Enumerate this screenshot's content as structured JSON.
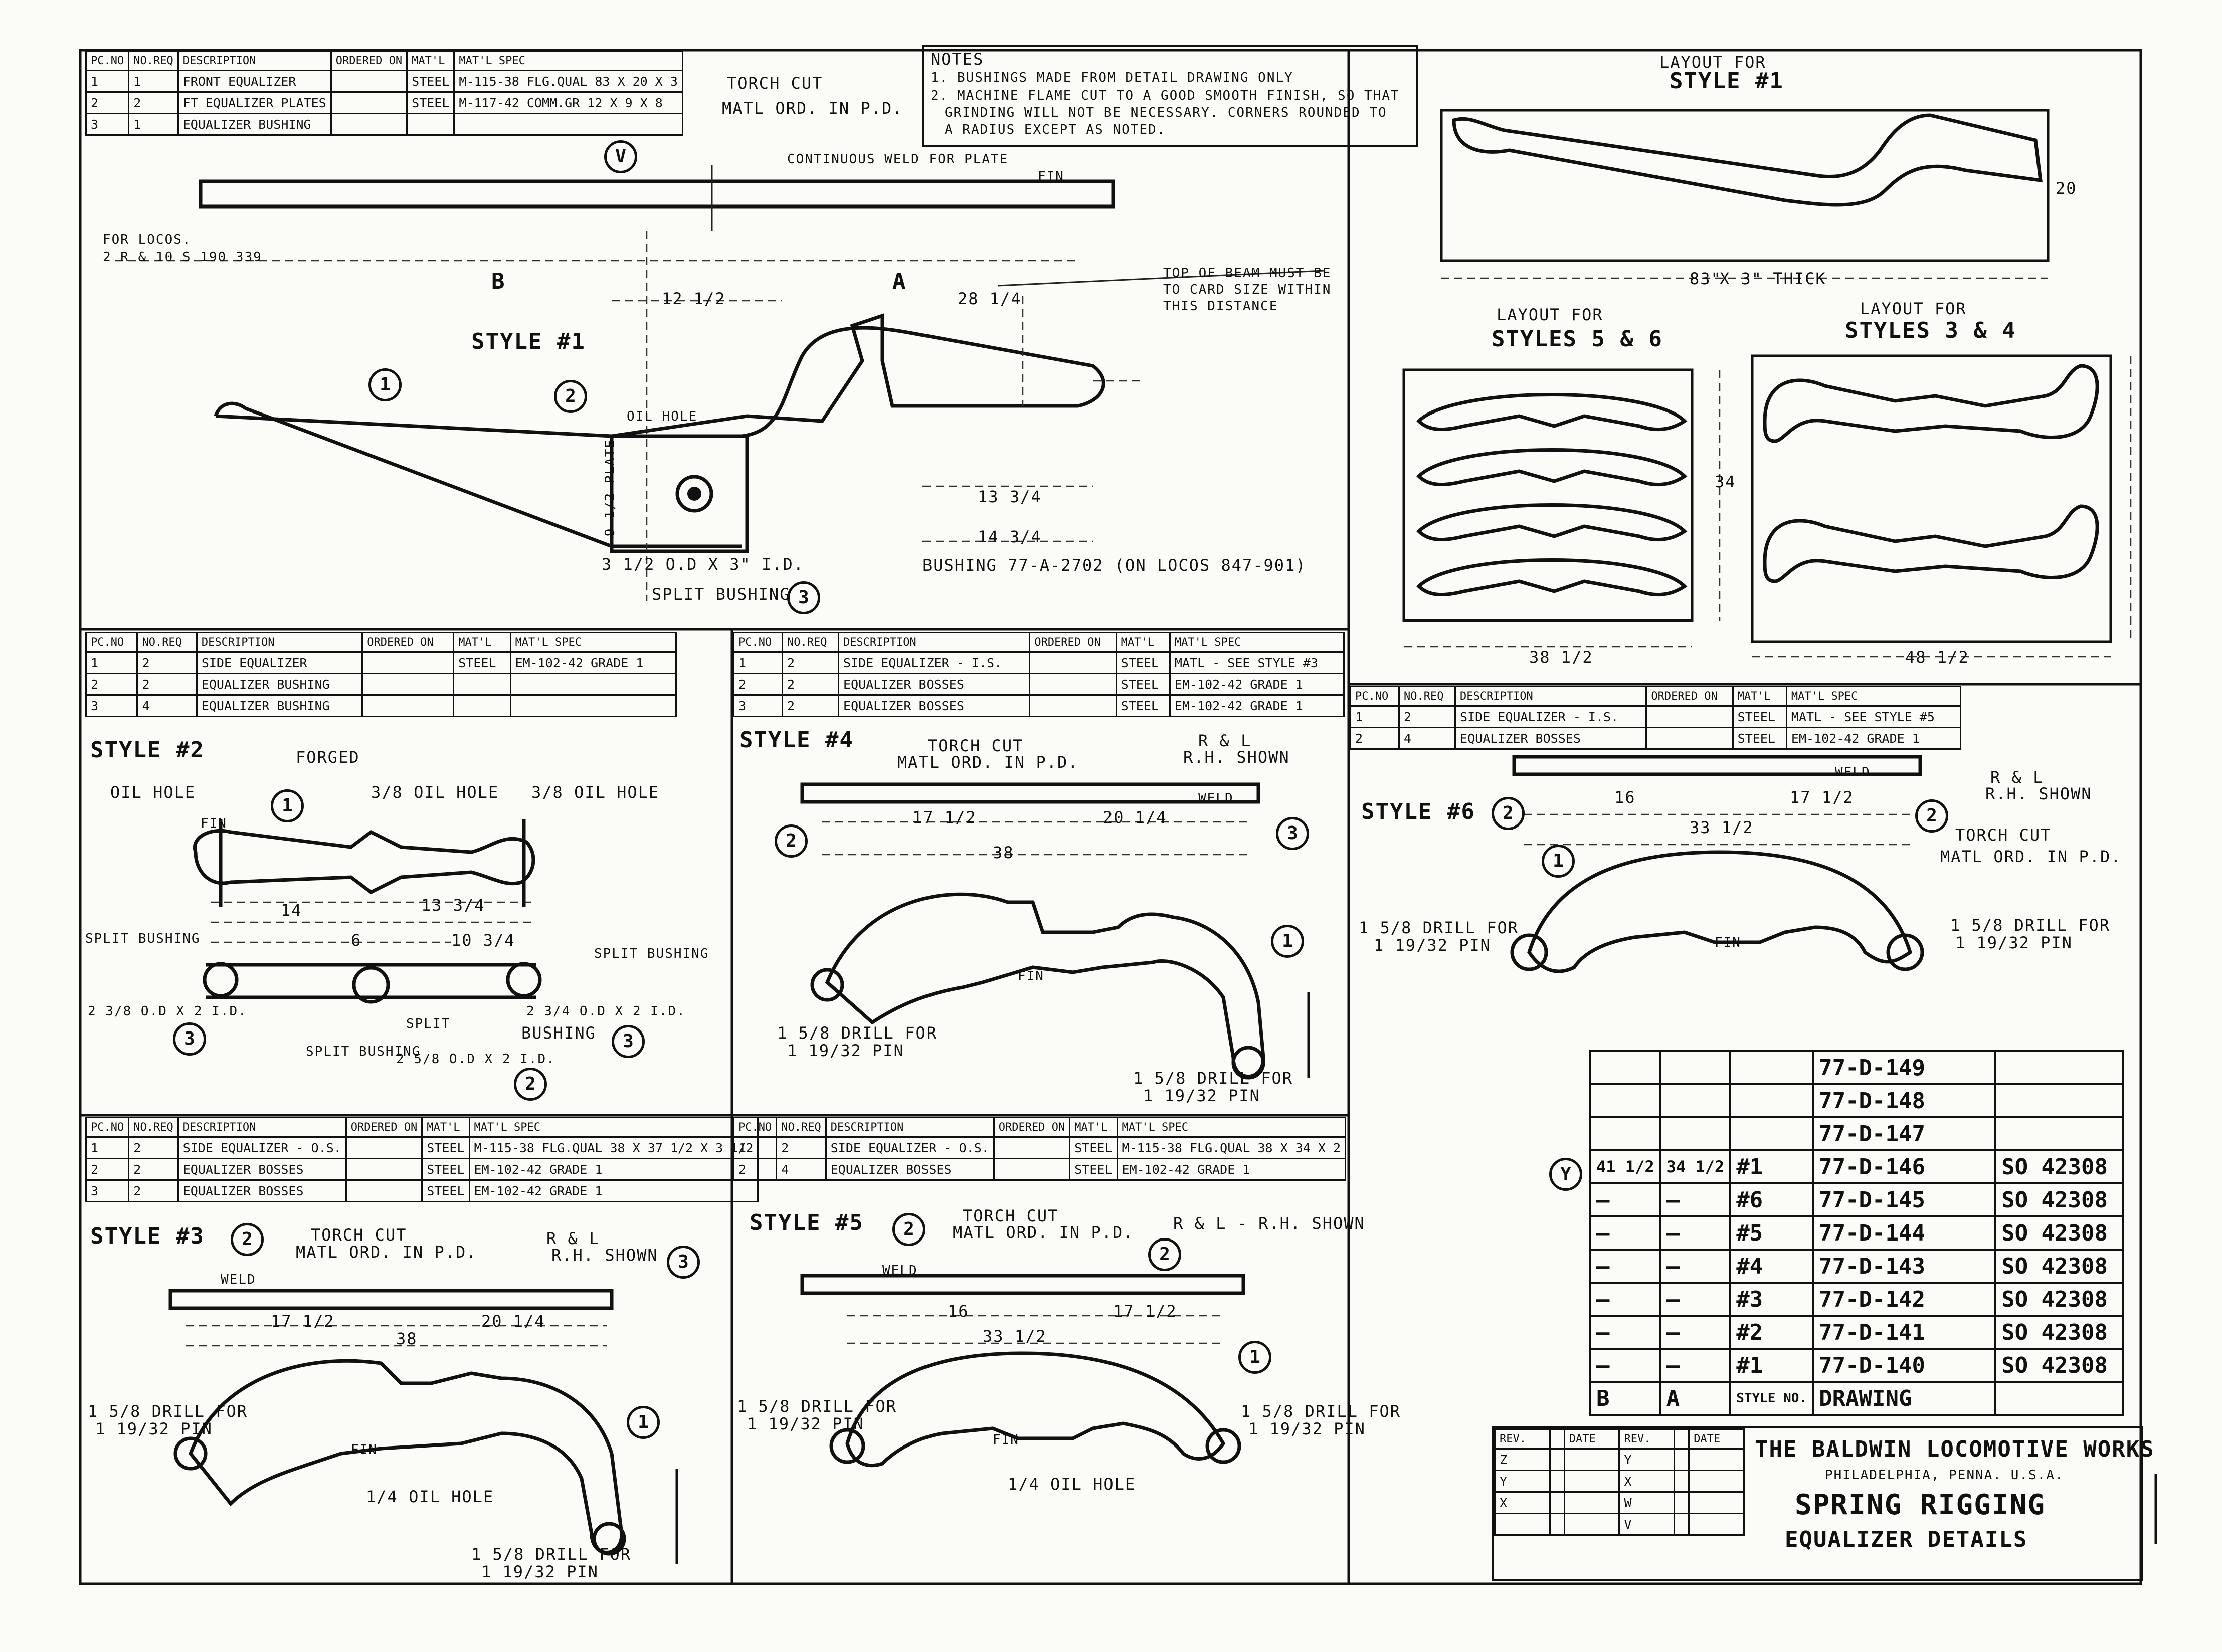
{
  "top_table": {
    "headers": [
      "PC.NO",
      "NO.REQ",
      "DESCRIPTION",
      "ORDERED ON",
      "MAT'L",
      "MAT'L SPEC"
    ],
    "rows": [
      [
        "1",
        "1",
        "FRONT EQUALIZER",
        "",
        "STEEL",
        "M-115-38 FLG.QUAL 83 X 20 X 3"
      ],
      [
        "2",
        "2",
        "FT EQUALIZER PLATES",
        "",
        "STEEL",
        "M-117-42 COMM.GR 12 X 9 X 8"
      ],
      [
        "3",
        "1",
        "EQUALIZER BUSHING",
        "",
        "",
        ""
      ]
    ],
    "torch_cut": "TORCH CUT",
    "matl_ord": "MATL ORD. IN P.D."
  },
  "notes": {
    "title": "NOTES",
    "line1": "1. BUSHINGS MADE FROM DETAIL DRAWING ONLY",
    "line2": "2. MACHINE FLAME CUT TO A GOOD SMOOTH FINISH, SO THAT",
    "line3": "GRINDING WILL NOT BE NECESSARY. CORNERS ROUNDED TO",
    "line4": "A RADIUS EXCEPT AS NOTED."
  },
  "style1": {
    "label": "STYLE #1",
    "continuous_weld": "CONTINUOUS WELD FOR PLATE",
    "top_of_beam": "TOP OF BEAM MUST BE",
    "top_of_beam2": "TO CARD SIZE WITHIN",
    "top_of_beam3": "THIS DISTANCE",
    "oil_hole": "OIL HOLE",
    "plate": "9 1/2 PLATE",
    "od_id": "3 1/2 O.D X 3\" I.D.",
    "bushing_note": "BUSHING 77-A-2702 (ON LOCOS 847-901)",
    "split_bushing": "SPLIT BUSHING",
    "dim_A": "A",
    "dim_B": "B",
    "dim_28": "28 1/4",
    "dim_12": "12 1/2",
    "dim_13": "13 3/4",
    "dim_14": "14 3/4",
    "fin": "FIN",
    "for_locos": "FOR LOCOS.",
    "for_locos2": "2 R & 10 S 190 339"
  },
  "layouts": {
    "style1_title": "LAYOUT FOR",
    "style1_sub": "STYLE #1",
    "style1_dim": "83\"",
    "style1_thick": "X 3\" THICK",
    "style56_title": "LAYOUT FOR",
    "style56_sub": "STYLES 5 & 6",
    "style56_dim": "38 1/2",
    "style34_title": "LAYOUT FOR",
    "style34_sub": "STYLES 3 & 4",
    "style34_dim": "48 1/2",
    "dim_34": "34",
    "dim_20": "20"
  },
  "table_style2": {
    "rows": [
      [
        "1",
        "2",
        "SIDE EQUALIZER",
        "",
        "STEEL",
        "EM-102-42 GRADE 1"
      ],
      [
        "2",
        "2",
        "EQUALIZER BUSHING",
        "",
        "",
        ""
      ],
      [
        "3",
        "4",
        "EQUALIZER BUSHING",
        "",
        "",
        ""
      ]
    ]
  },
  "table_style4": {
    "rows": [
      [
        "1",
        "2",
        "SIDE EQUALIZER - I.S.",
        "",
        "STEEL",
        "MATL - SEE STYLE #3"
      ],
      [
        "2",
        "2",
        "EQUALIZER BOSSES",
        "",
        "STEEL",
        "EM-102-42 GRADE 1"
      ],
      [
        "3",
        "2",
        "EQUALIZER BOSSES",
        "",
        "STEEL",
        "EM-102-42 GRADE 1"
      ]
    ]
  },
  "table_style6": {
    "rows": [
      [
        "1",
        "2",
        "SIDE EQUALIZER - I.S.",
        "",
        "STEEL",
        "MATL - SEE STYLE #5"
      ],
      [
        "2",
        "4",
        "EQUALIZER BOSSES",
        "",
        "STEEL",
        "EM-102-42 GRADE 1"
      ]
    ]
  },
  "table_style3": {
    "rows": [
      [
        "1",
        "2",
        "SIDE EQUALIZER - O.S.",
        "",
        "STEEL",
        "M-115-38 FLG.QUAL 38 X 37 1/2 X 3 1/2"
      ],
      [
        "2",
        "2",
        "EQUALIZER BOSSES",
        "",
        "STEEL",
        "EM-102-42 GRADE 1"
      ],
      [
        "3",
        "2",
        "EQUALIZER BOSSES",
        "",
        "STEEL",
        "EM-102-42 GRADE 1"
      ]
    ]
  },
  "table_style5": {
    "rows": [
      [
        "1",
        "2",
        "SIDE EQUALIZER - O.S.",
        "",
        "STEEL",
        "M-115-38 FLG.QUAL 38 X 34 X 2"
      ],
      [
        "2",
        "4",
        "EQUALIZER BOSSES",
        "",
        "STEEL",
        "EM-102-42 GRADE 1"
      ]
    ]
  },
  "style2": {
    "label": "STYLE #2",
    "forged": "FORGED",
    "oil_hole": "OIL HOLE",
    "oil_hole2": "3/8 OIL HOLE",
    "oil_hole3": "3/8 OIL HOLE",
    "split": "SPLIT",
    "bushing": "BUSHING",
    "od_id1": "2 3/8 O.D X 2 I.D.",
    "od_id2": "2 3/4 O.D X 2 I.D.",
    "od_id3": "2 5/8 O.D X 2 I.D.",
    "dim_14": "14",
    "dim_13": "13 3/4",
    "dim_6": "6",
    "dim_10": "10 3/4",
    "split_bushing": "SPLIT BUSHING",
    "fin": "FIN"
  },
  "style4": {
    "label": "STYLE #4",
    "torch_cut": "TORCH CUT",
    "matl_ord": "MATL ORD. IN P.D.",
    "rl": "R & L",
    "rh_shown": "R.H. SHOWN",
    "dim_17": "17 1/2",
    "dim_20": "20 1/4",
    "dim_38": "38",
    "drill1": "1 5/8 DRILL FOR",
    "pin1": "1 19/32 PIN",
    "drill2": "1 5/8 DRILL FOR",
    "pin2": "1 19/32 PIN",
    "fin": "FIN",
    "weld": "WELD"
  },
  "style6": {
    "label": "STYLE #6",
    "rl": "R & L",
    "rh_shown": "R.H. SHOWN",
    "torch_cut": "TORCH CUT",
    "matl_ord": "MATL ORD. IN P.D.",
    "dim_16": "16",
    "dim_17": "17 1/2",
    "dim_33": "33 1/2",
    "drill1": "1 5/8 DRILL FOR",
    "pin1": "1 19/32 PIN",
    "drill2": "1 5/8 DRILL FOR",
    "pin2": "1 19/32 PIN",
    "fin": "FIN",
    "weld": "WELD"
  },
  "style3": {
    "label": "STYLE #3",
    "torch_cut": "TORCH CUT",
    "matl_ord": "MATL ORD. IN P.D.",
    "rl": "R & L",
    "rh_shown": "R.H. SHOWN",
    "dim_38": "38",
    "dim_17": "17 1/2",
    "dim_20": "20 1/4",
    "drill1": "1 5/8 DRILL FOR",
    "pin1": "1 19/32 PIN",
    "drill2": "1 5/8 DRILL FOR",
    "pin2": "1 19/32 PIN",
    "oil_hole": "1/4 OIL HOLE",
    "fin": "FIN",
    "weld": "WELD"
  },
  "style5": {
    "label": "STYLE #5",
    "torch_cut": "TORCH CUT",
    "matl_ord": "MATL ORD. IN P.D.",
    "rl": "R & L - R.H. SHOWN",
    "dim_16": "16",
    "dim_17": "17 1/2",
    "dim_33": "33 1/2",
    "drill1": "1 5/8 DRILL FOR",
    "pin1": "1 19/32 PIN",
    "drill2": "1 5/8 DRILL FOR",
    "pin2": "1 19/32 PIN",
    "oil_hole": "1/4 OIL HOLE",
    "fin": "FIN",
    "weld": "WELD"
  },
  "drawing_list": {
    "rows": [
      {
        "b": "",
        "a": "",
        "style": "",
        "drawing": "77-D-149",
        "order": ""
      },
      {
        "b": "",
        "a": "",
        "style": "",
        "drawing": "77-D-148",
        "order": ""
      },
      {
        "b": "",
        "a": "",
        "style": "",
        "drawing": "77-D-147",
        "order": ""
      },
      {
        "b": "41 1/2",
        "a": "34 1/2",
        "style": "#1",
        "drawing": "77-D-146",
        "order": "SO 42308"
      },
      {
        "b": "—",
        "a": "—",
        "style": "#6",
        "drawing": "77-D-145",
        "order": "SO 42308"
      },
      {
        "b": "—",
        "a": "—",
        "style": "#5",
        "drawing": "77-D-144",
        "order": "SO 42308"
      },
      {
        "b": "—",
        "a": "—",
        "style": "#4",
        "drawing": "77-D-143",
        "order": "SO 42308"
      },
      {
        "b": "—",
        "a": "—",
        "style": "#3",
        "drawing": "77-D-142",
        "order": "SO 42308"
      },
      {
        "b": "—",
        "a": "—",
        "style": "#2",
        "drawing": "77-D-141",
        "order": "SO 42308"
      },
      {
        "b": "—",
        "a": "—",
        "style": "#1",
        "drawing": "77-D-140",
        "order": "SO 42308"
      }
    ],
    "footer": {
      "b": "B",
      "a": "A",
      "style": "STYLE NO.",
      "drawing": "DRAWING"
    },
    "row_marker": "Y"
  },
  "title_block": {
    "company": "THE BALDWIN LOCOMOTIVE WORKS",
    "city": "PHILADELPHIA, PENNA. U.S.A.",
    "title": "SPRING RIGGING",
    "subtitle": "EQUALIZER DETAILS",
    "rev_header": [
      "REV.",
      "",
      "DATE",
      "REV.",
      "",
      "DATE"
    ],
    "rev_marks": [
      "Z",
      "Y",
      "X",
      "W",
      "V"
    ]
  }
}
